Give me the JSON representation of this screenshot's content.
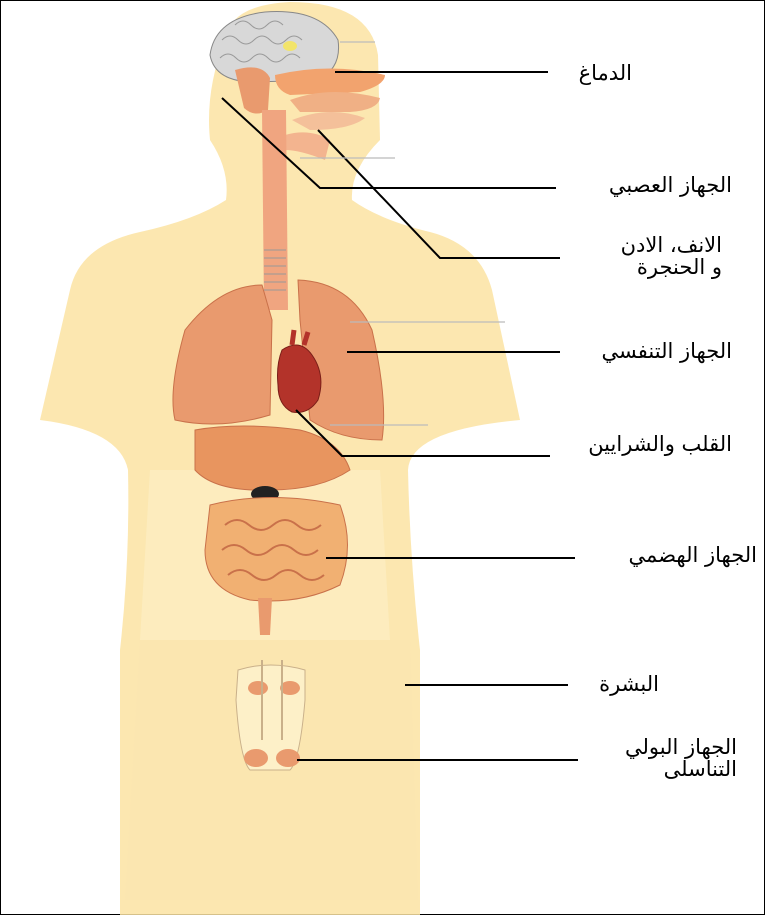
{
  "labels": {
    "brain": "الدماغ",
    "nervous": "الجهاز العصبي",
    "ent": "الانف، الادن\nو الحنجرة",
    "respiratory": "الجهاز التنفسي",
    "heart": "القلب والشرايين",
    "digestive": "الجهاز الهضمي",
    "skin": "البشرة",
    "urogenital": "الجهاز البولي\nالتناسلى"
  },
  "colors": {
    "skin": "#fbe3a2",
    "skin_light": "#fdf0c8",
    "organ": "#e99a6e",
    "organ_dark": "#c9714a",
    "heart": "#b3332a",
    "brain": "#d8d8d8"
  }
}
